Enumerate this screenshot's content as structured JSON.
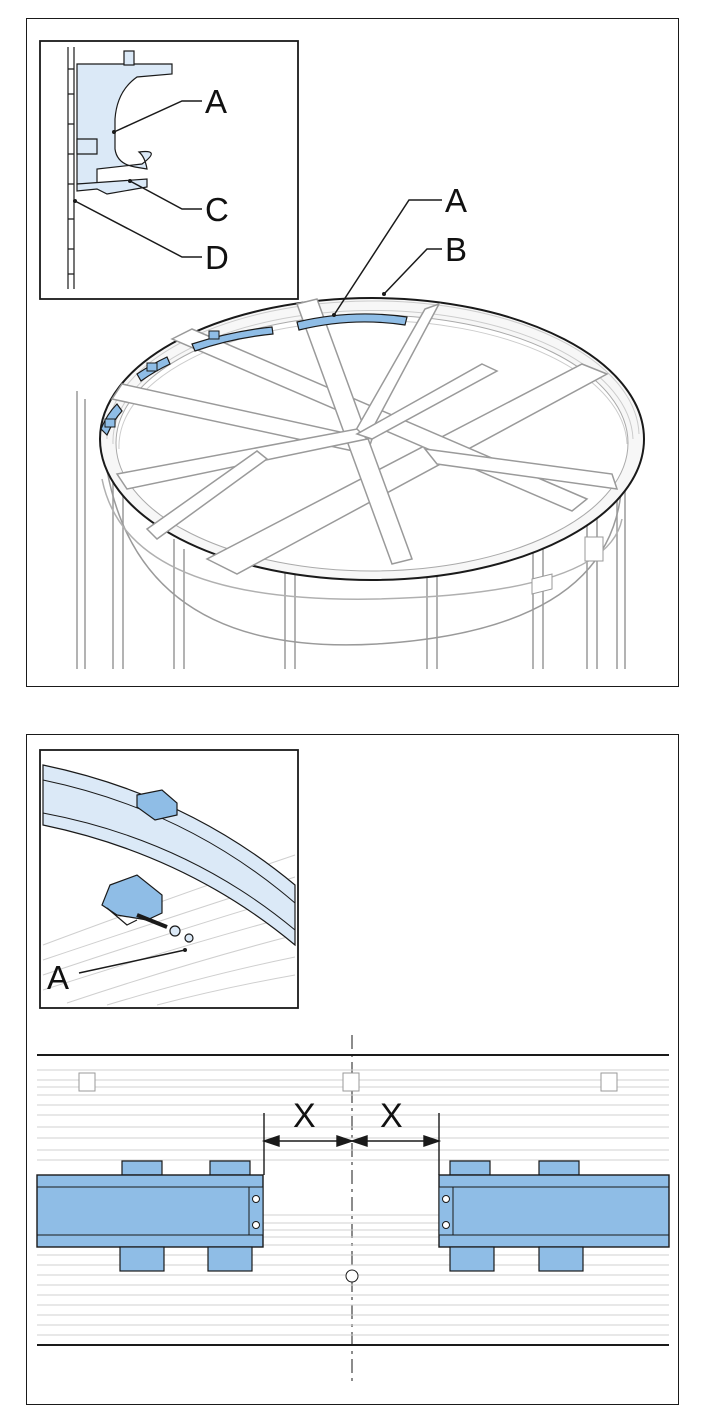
{
  "colors": {
    "rail_blue": "#8fbde6",
    "rail_blue_dark": "#5a8fc4",
    "inset_bg": "#dbe9f7",
    "line": "#1a1a1a",
    "structure": "#9a9a9a"
  },
  "top_figure": {
    "inset_labels": {
      "a": "A",
      "c": "C",
      "d": "D"
    },
    "main_labels": {
      "a": "A",
      "b": "B"
    }
  },
  "bottom_figure": {
    "inset_label_a": "A",
    "dimension_left": "X",
    "dimension_right": "X"
  }
}
